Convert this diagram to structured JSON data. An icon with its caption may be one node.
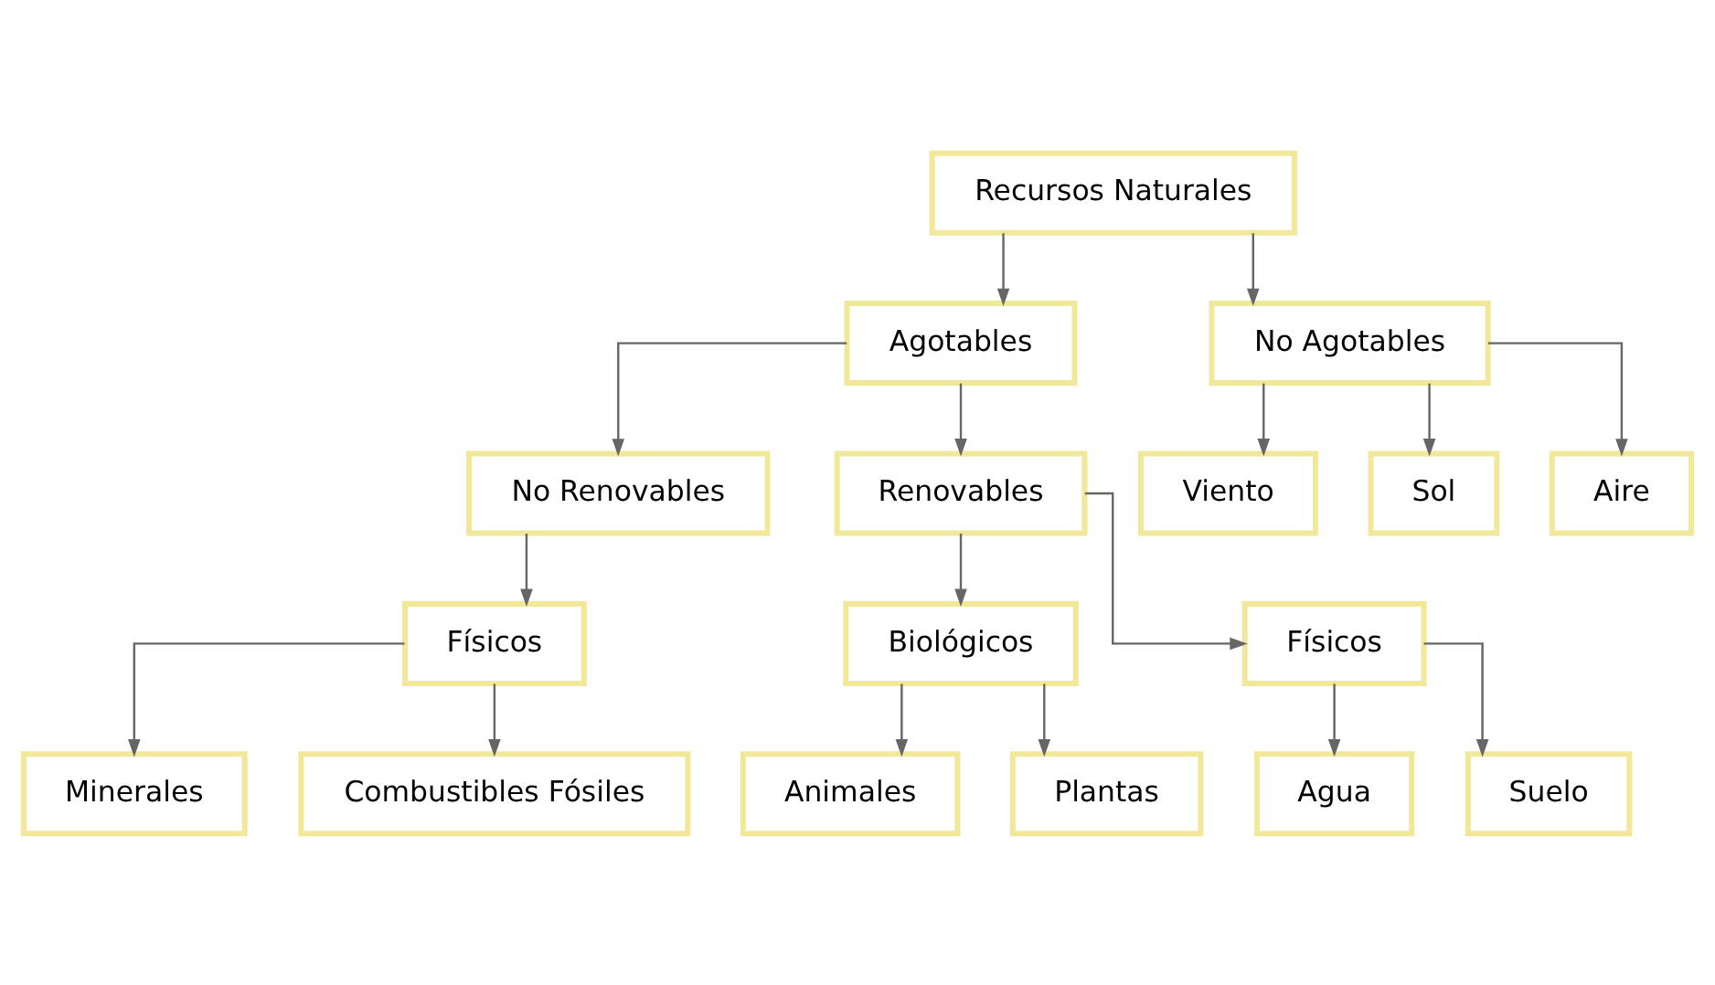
{
  "diagram": {
    "nodes": [
      {
        "text": [
          "Recursos Naturales"
        ]
      },
      {
        "text": [
          "Agotables"
        ]
      },
      {
        "text": [
          "No Agotables"
        ]
      },
      {
        "text": [
          "No Renovables"
        ]
      },
      {
        "text": [
          "Renovables"
        ]
      },
      {
        "text": [
          "Viento"
        ]
      },
      {
        "text": [
          "Sol"
        ]
      },
      {
        "text": [
          "Aire"
        ]
      },
      {
        "text": [
          "Físicos"
        ]
      },
      {
        "text": [
          "Biológicos"
        ]
      },
      {
        "text": [
          "Físicos"
        ]
      },
      {
        "text": [
          "Minerales"
        ]
      },
      {
        "text": [
          "Combustibles Fósiles"
        ]
      },
      {
        "text": [
          "Animales"
        ]
      },
      {
        "text": [
          "Plantas"
        ]
      },
      {
        "text": [
          "Agua"
        ]
      },
      {
        "text": [
          "Suelo"
        ]
      }
    ],
    "edges": [
      {
        "from": 0,
        "to": 1,
        "arrow": "to"
      },
      {
        "from": 0,
        "to": 2,
        "arrow": "to"
      },
      {
        "from": 1,
        "to": 3,
        "arrow": "to"
      },
      {
        "from": 1,
        "to": 4,
        "arrow": "to"
      },
      {
        "from": 2,
        "to": 5,
        "arrow": "to"
      },
      {
        "from": 2,
        "to": 6,
        "arrow": "to"
      },
      {
        "from": 2,
        "to": 7,
        "arrow": "to"
      },
      {
        "from": 3,
        "to": 8,
        "arrow": "to"
      },
      {
        "from": 4,
        "to": 9,
        "arrow": "to"
      },
      {
        "from": 4,
        "to": 10,
        "arrow": "to"
      },
      {
        "from": 8,
        "to": 11,
        "arrow": "to"
      },
      {
        "from": 8,
        "to": 12,
        "arrow": "to"
      },
      {
        "from": 9,
        "to": 13,
        "arrow": "to"
      },
      {
        "from": 9,
        "to": 14,
        "arrow": "to"
      },
      {
        "from": 10,
        "to": 15,
        "arrow": "to"
      },
      {
        "from": 10,
        "to": 16,
        "arrow": "to"
      }
    ]
  }
}
